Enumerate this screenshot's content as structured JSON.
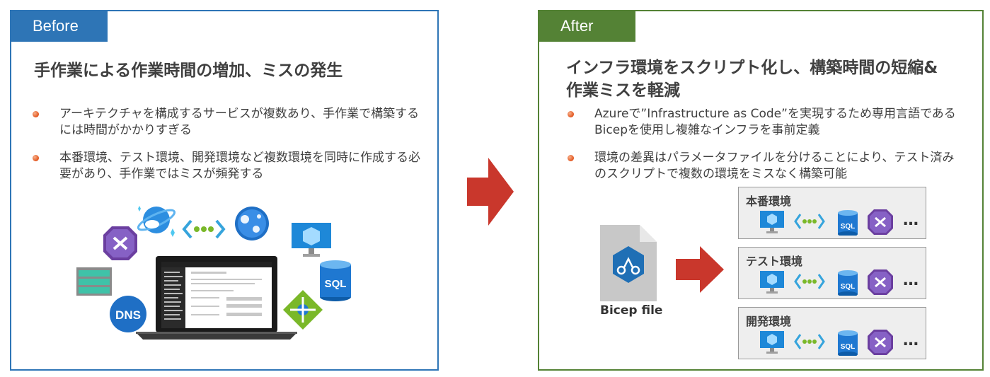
{
  "before": {
    "tab": "Before",
    "heading": "手作業による作業時間の増加、ミスの発生",
    "bullets": [
      "アーキテクチャを構成するサービスが複数あり、手作業で構築するには時間がかかりすぎる",
      "本番環境、テスト環境、開発環境など複数環境を同時に作成する必要があり、手作業ではミスが頻発する"
    ],
    "icon_labels": {
      "dns": "DNS",
      "sql": "SQL"
    }
  },
  "after": {
    "tab": "After",
    "heading": "インフラ環境をスクリプト化し、構築時間の短縮&作業ミスを軽減",
    "bullets": [
      "Azureで”Infrastructure as Code”を実現するため専用言語であるBicepを使用し複雑なインフラを事前定義",
      "環境の差異はパラメータファイルを分けることにより、テスト済みのスクリプトで複数の環境をミスなく構築可能"
    ],
    "bicep_label": "Bicep file",
    "environments": [
      {
        "name": "本番環境",
        "more": "…"
      },
      {
        "name": "テスト環境",
        "more": "…"
      },
      {
        "name": "開発環境",
        "more": "…"
      }
    ],
    "sql_label": "SQL"
  },
  "colors": {
    "before": "#2E75B6",
    "after": "#548235",
    "arrow": "#C9372C"
  }
}
